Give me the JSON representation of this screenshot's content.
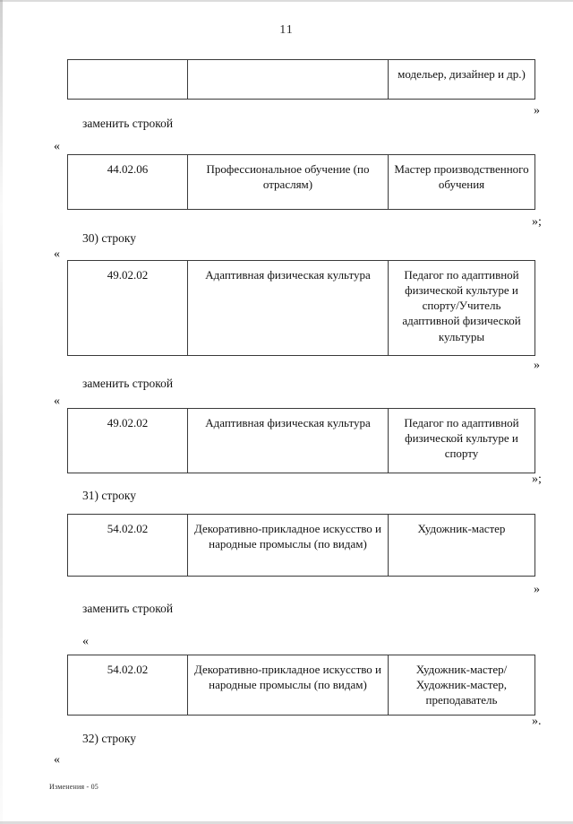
{
  "page": {
    "number": "11",
    "footer_note": "Изменения - 05"
  },
  "labels": {
    "replace_with_row": "заменить строкой",
    "item_30": "30) строку",
    "item_31": "31) строку",
    "item_32": "32) строку",
    "quote_open": "«",
    "quote_close": "»",
    "quote_close_semicolon": "»;",
    "quote_close_period": "»."
  },
  "tables": [
    {
      "id": "table-1",
      "name": "table-fragment-modeller",
      "rows": [
        {
          "code": "",
          "specialty": "",
          "qualification": "модельер, дизайнер и др.)"
        }
      ]
    },
    {
      "id": "table-2",
      "name": "table-44-02-06-replacement",
      "rows": [
        {
          "code": "44.02.06",
          "specialty": "Профессиональное обучение (по отраслям)",
          "qualification": "Мастер производственного обучения"
        }
      ]
    },
    {
      "id": "table-3",
      "name": "table-49-02-02-original",
      "rows": [
        {
          "code": "49.02.02",
          "specialty": "Адаптивная физическая культура",
          "qualification": "Педагог по адаптивной физической культуре и спорту/Учитель адаптивной физической культуры"
        }
      ]
    },
    {
      "id": "table-4",
      "name": "table-49-02-02-replacement",
      "rows": [
        {
          "code": "49.02.02",
          "specialty": "Адаптивная физическая культура",
          "qualification": "Педагог по адаптивной физической культуре и спорту"
        }
      ]
    },
    {
      "id": "table-5",
      "name": "table-54-02-02-original",
      "rows": [
        {
          "code": "54.02.02",
          "specialty": "Декоративно-прикладное искусство и народные промыслы (по видам)",
          "qualification": "Художник-мастер"
        }
      ]
    },
    {
      "id": "table-6",
      "name": "table-54-02-02-replacement",
      "rows": [
        {
          "code": "54.02.02",
          "specialty": "Декоративно-прикладное искусство и народные промыслы (по видам)",
          "qualification": "Художник-мастер/Художник-мастер, преподаватель"
        }
      ]
    }
  ]
}
